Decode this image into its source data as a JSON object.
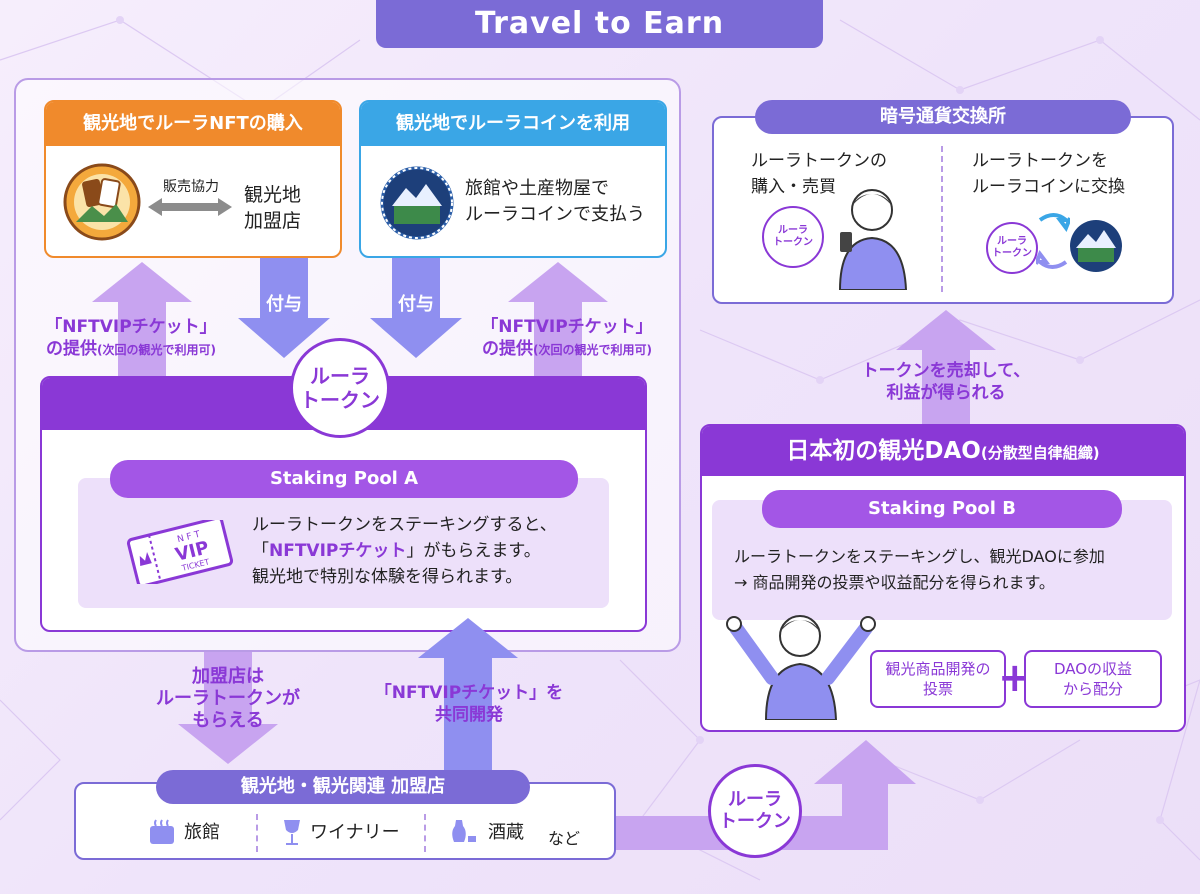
{
  "title": "Travel to Earn",
  "nft_card": {
    "header": "観光地でルーラNFTの購入",
    "arrow_label": "販売協力",
    "partner": "観光地\n加盟店"
  },
  "coin_card": {
    "header": "観光地でルーラコインを利用",
    "text": "旅館や土産物屋で\nルーラコインで支払う"
  },
  "grant_label_1": "付与",
  "grant_label_2": "付与",
  "vip_left": {
    "line1": "「NFTVIPチケット」",
    "line2": "の提供",
    "small": "(次回の観光で利用可)"
  },
  "vip_right": {
    "line1": "「NFTVIPチケット」",
    "line2": "の提供",
    "small": "(次回の観光で利用可)"
  },
  "token_badge": "ルーラ\nトークン",
  "pool_a": {
    "label": "Staking Pool A",
    "line1": "ルーラトークンをステーキングすると、",
    "line2_pre": "「",
    "line2_em": "NFTVIPチケット",
    "line2_post": "」がもらえます。",
    "line3": "観光地で特別な体験を得られます。",
    "ticket": {
      "top": "N F T",
      "mid": "VIP",
      "bot": "TICKET"
    }
  },
  "exchange": {
    "header": "暗号通貨交換所",
    "left": "ルーラトークンの\n購入・売買",
    "right": "ルーラトークンを\nルーラコインに交換",
    "bubble": "ルーラ\nトークン",
    "coin_small": "ルーラ\nトークン"
  },
  "sell_label": "トークンを売却して、\n利益が得られる",
  "dao": {
    "header_main": "日本初の観光DAO",
    "header_small": "(分散型自律組織)",
    "pool_label": "Staking Pool B",
    "line1": "ルーラトークンをステーキングし、観光DAOに参加",
    "line2": "→ 商品開発の投票や収益配分を得られます。",
    "box1": "観光商品開発の\n投票",
    "box2": "DAOの収益\nから配分",
    "plus": "+"
  },
  "member_label": "加盟店は\nルーラトークンが\nもらえる",
  "codev_label": "「NFTVIPチケット」を\n共同開発",
  "partners": {
    "header": "観光地・観光関連 加盟店",
    "items": [
      "旅館",
      "ワイナリー",
      "酒蔵"
    ],
    "etc": "など"
  },
  "bottom_token": "ルーラ\nトークン",
  "colors": {
    "purple": "#8a38d6",
    "orange": "#f08a2c",
    "blue": "#3aa6e6",
    "indigo": "#7b6bd6"
  }
}
